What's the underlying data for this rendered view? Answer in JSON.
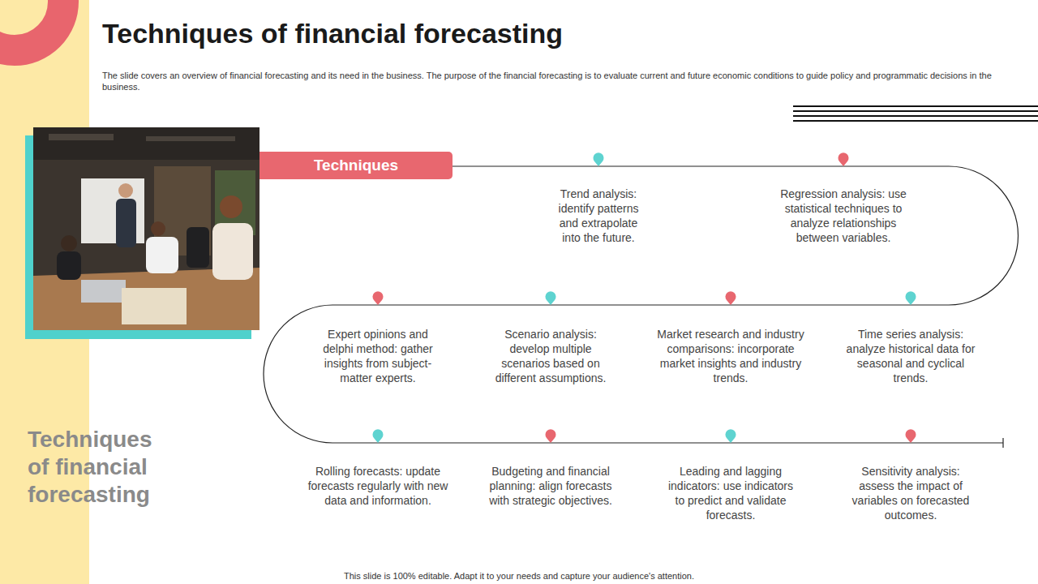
{
  "diagram": {
    "title": "Techniques of financial forecasting",
    "nodes": [
      {
        "text": [
          "Techniques"
        ]
      }
    ],
    "labels": [
      "The slide covers an overview of financial forecasting and its need in the business. The purpose of the financial forecasting is to evaluate current and future economic conditions to guide policy and programmatic decisions in the business.",
      "Trend analysis: identify patterns and extrapolate into the future.",
      "Regression analysis: use statistical techniques to analyze relationships between variables.",
      "Expert opinions and delphi method: gather insights from subject-matter experts.",
      "Scenario analysis: develop multiple scenarios based on different assumptions.",
      "Market research and industry comparisons: incorporate market insights and industry trends.",
      "Time series analysis: analyze historical data for seasonal and cyclical trends.",
      "Rolling forecasts: update forecasts regularly with new data and information.",
      "Budgeting and financial planning: align forecasts with strategic objectives.",
      "Leading and lagging indicators: use indicators to predict and validate forecasts.",
      "Sensitivity analysis: assess the impact of variables on forecasted outcomes.",
      "Techniques of financial forecasting",
      "This slide is 100% editable. Adapt it to your needs and capture your audience's attention."
    ]
  }
}
